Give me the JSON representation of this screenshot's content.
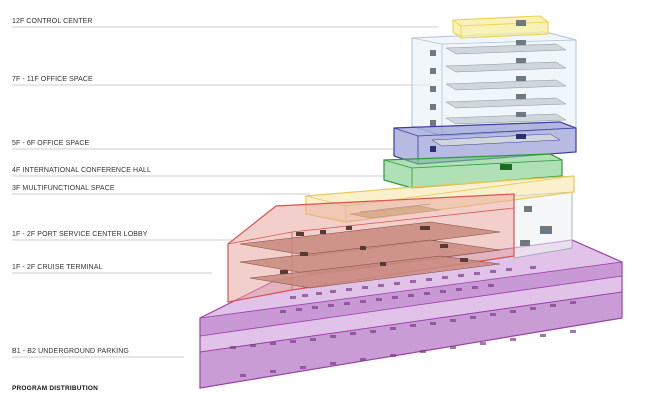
{
  "diagram": {
    "title": "PROGRAM DISTRIBUTION",
    "levels": [
      {
        "id": "control",
        "label": "12F CONTROL CENTER",
        "color": "#e8d24a"
      },
      {
        "id": "office-upper",
        "label": "7F - 11F OFFICE SPACE",
        "color": "#a9c4e0"
      },
      {
        "id": "office-lower",
        "label": "5F - 6F OFFICE SPACE",
        "color": "#3b3f9c"
      },
      {
        "id": "conference",
        "label": "4F INTERNATIONAL CONFERENCE HALL",
        "color": "#2f9b3a"
      },
      {
        "id": "multifunctional",
        "label": "3F MULTIFUNCTIONAL SPACE",
        "color": "#e8c85a"
      },
      {
        "id": "port-lobby",
        "label": "1F - 2F PORT SERVICE CENTER LOBBY",
        "color": "#d9534f"
      },
      {
        "id": "cruise",
        "label": "1F - 2F CRUISE TERMINAL",
        "color": "#c0392b"
      },
      {
        "id": "parking",
        "label": "B1 - B2 UNDERGROUND PARKING",
        "color": "#9b3fa8"
      }
    ]
  }
}
